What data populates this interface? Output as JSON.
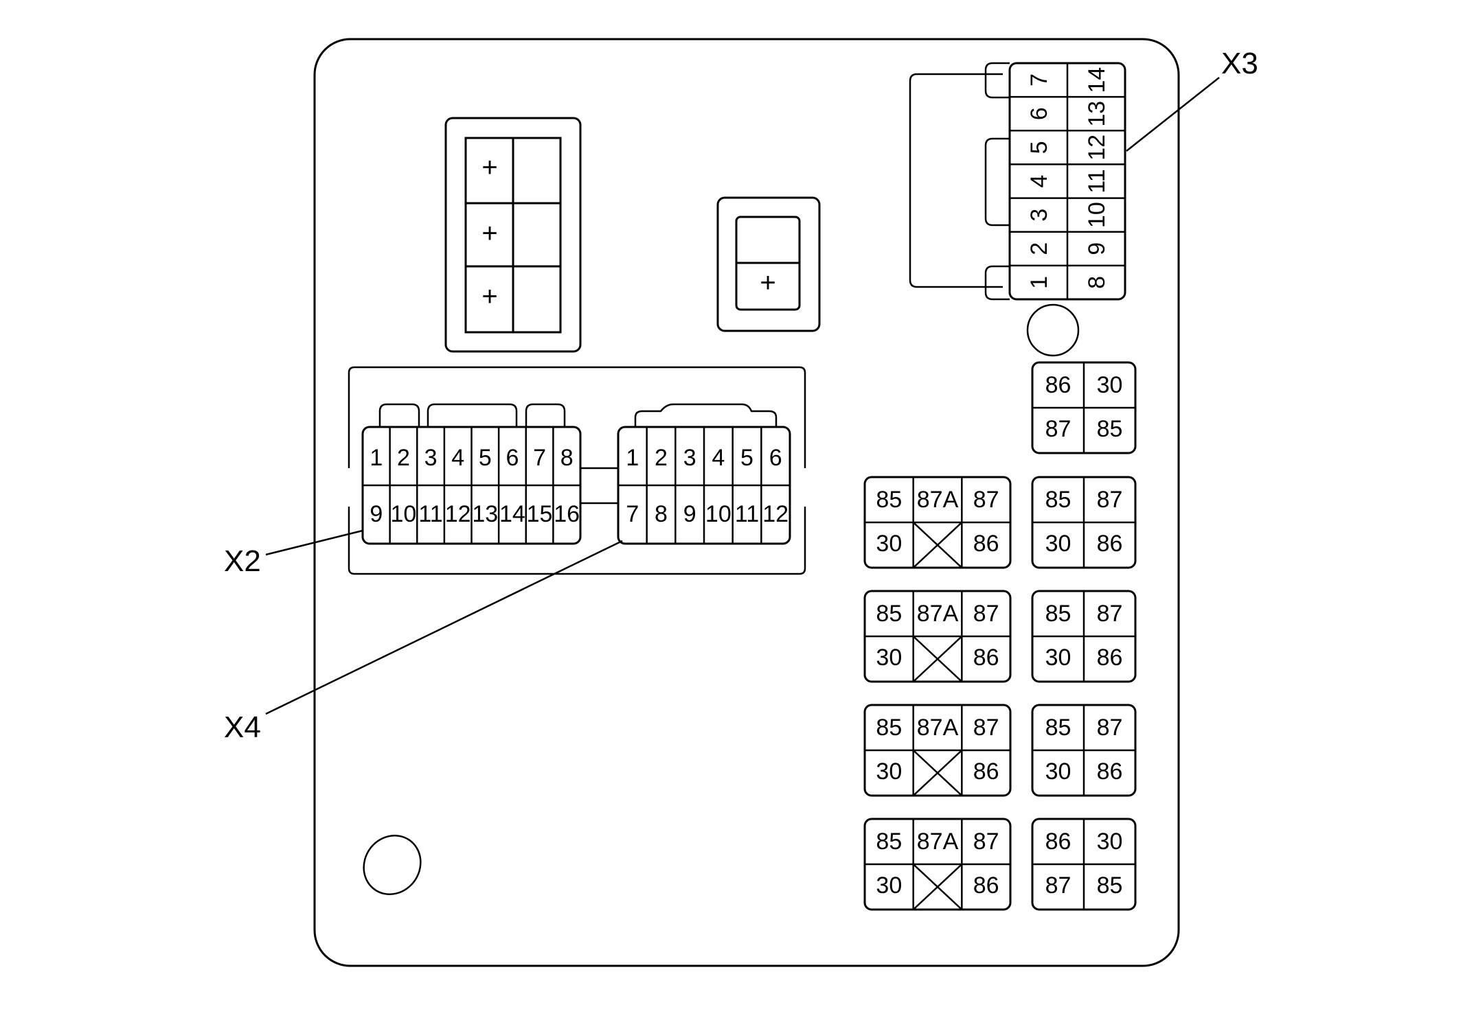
{
  "callouts": {
    "x2": "X2",
    "x3": "X3",
    "x4": "X4"
  },
  "fuse_blocks": {
    "plus_sign": "+"
  },
  "x2": {
    "row1": [
      "1",
      "2",
      "3",
      "4",
      "5",
      "6",
      "7",
      "8"
    ],
    "row2": [
      "9",
      "10",
      "11",
      "12",
      "13",
      "14",
      "15",
      "16"
    ]
  },
  "x4": {
    "row1": [
      "1",
      "2",
      "3",
      "4",
      "5",
      "6"
    ],
    "row2": [
      "7",
      "8",
      "9",
      "10",
      "11",
      "12"
    ]
  },
  "x3": {
    "left_column": [
      "7",
      "6",
      "5",
      "4",
      "3",
      "2",
      "1"
    ],
    "right_column": [
      "14",
      "13",
      "12",
      "11",
      "10",
      "9",
      "8"
    ]
  },
  "relays_5pin": [
    {
      "top": [
        "85",
        "87A",
        "87"
      ],
      "bottom": [
        "30",
        "",
        "86"
      ]
    },
    {
      "top": [
        "85",
        "87A",
        "87"
      ],
      "bottom": [
        "30",
        "",
        "86"
      ]
    },
    {
      "top": [
        "85",
        "87A",
        "87"
      ],
      "bottom": [
        "30",
        "",
        "86"
      ]
    },
    {
      "top": [
        "85",
        "87A",
        "87"
      ],
      "bottom": [
        "30",
        "",
        "86"
      ]
    }
  ],
  "relays_4pin": [
    {
      "top": [
        "86",
        "30"
      ],
      "bottom": [
        "87",
        "85"
      ]
    },
    {
      "top": [
        "85",
        "87"
      ],
      "bottom": [
        "30",
        "86"
      ]
    },
    {
      "top": [
        "85",
        "87"
      ],
      "bottom": [
        "30",
        "86"
      ]
    },
    {
      "top": [
        "85",
        "87"
      ],
      "bottom": [
        "30",
        "86"
      ]
    },
    {
      "top": [
        "86",
        "30"
      ],
      "bottom": [
        "87",
        "85"
      ]
    }
  ]
}
